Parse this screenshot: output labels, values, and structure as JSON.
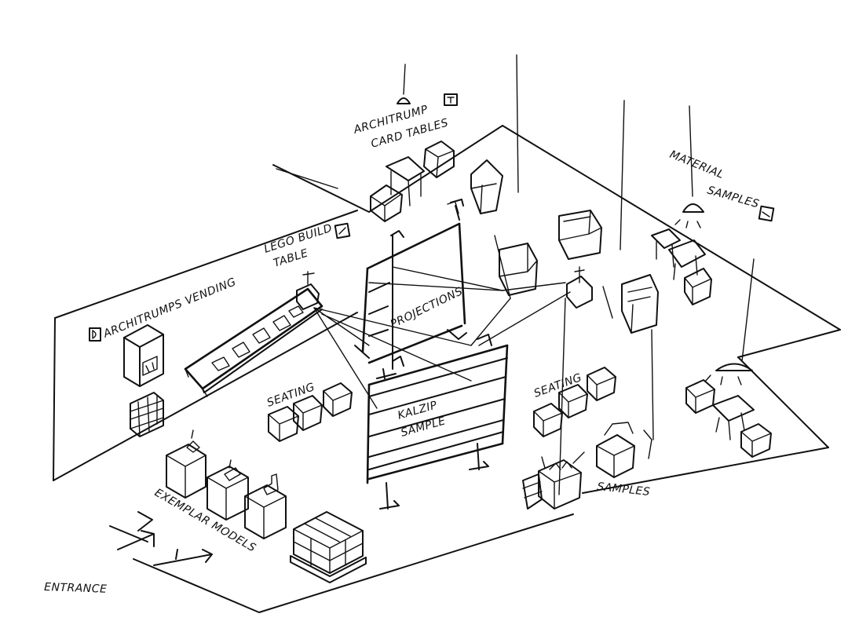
{
  "labels": {
    "card_tables": "ARCHITRUMP CARD TABLES",
    "card_tables_line1": "ARCHITRUMP",
    "card_tables_line2": "CARD TABLES",
    "material_samples_line1": "MATERIAL",
    "material_samples_line2": "SAMPLES",
    "lego_line1": "LEGO BUILD",
    "lego_line2": "TABLE",
    "vending": "ARCHITRUMPS VENDING",
    "projections": "PROJECTIONS",
    "seating_left": "SEATING",
    "seating_right": "SEATING",
    "kalzip_line1": "KALZIP",
    "kalzip_line2": "SAMPLE",
    "samples": "SAMPLES",
    "exemplar_models": "EXEMPLAR MODELS",
    "entrance": "ENTRANCE"
  },
  "icons": {
    "card_tables_icon": "tv-icon",
    "material_samples_icon": "tag-icon",
    "lego_icon": "pen-icon",
    "vending_icon": "d-box-icon"
  }
}
